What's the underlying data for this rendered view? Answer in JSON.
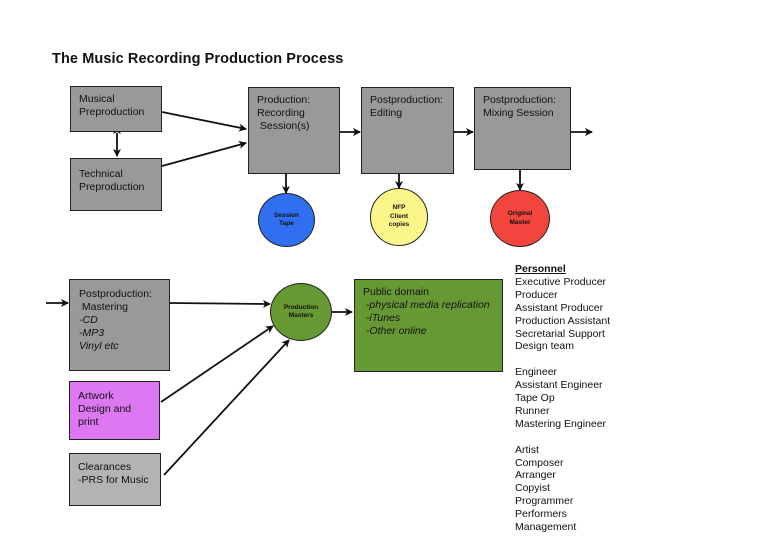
{
  "title": "The Music Recording Production Process",
  "colors": {
    "process_box": "#999999",
    "clearances_box": "#b3b3b3",
    "artwork_box": "#dd77f2",
    "public_domain_box": "#669933",
    "session_tape": "#2f6ff0",
    "nfp_client_copies": "#fbf68a",
    "original_master": "#f2453d",
    "production_masters": "#669933",
    "arrow": "#111111"
  },
  "boxes": {
    "musical_preproduction": {
      "lines": [
        "Musical",
        "Preproduction"
      ]
    },
    "technical_preproduction": {
      "lines": [
        "Technical",
        "Preproduction"
      ]
    },
    "recording": {
      "lines": [
        "Production:",
        "Recording",
        " Session(s)"
      ]
    },
    "editing": {
      "lines": [
        "Postproduction:",
        "Editing"
      ]
    },
    "mixing": {
      "lines": [
        "Postproduction:",
        "Mixing Session"
      ]
    },
    "mastering": {
      "lines": [
        "Postproduction:",
        " Mastering"
      ],
      "italic_lines": [
        "-CD",
        "-MP3",
        "Vinyl etc"
      ]
    },
    "artwork": {
      "lines": [
        "Artwork",
        "Design and",
        "print"
      ]
    },
    "clearances": {
      "lines": [
        "Clearances",
        "-PRS for Music"
      ]
    },
    "public_domain": {
      "lines": [
        "Public domain"
      ],
      "italic_lines": [
        " -physical media replication",
        " -iTunes",
        " -Other online"
      ]
    }
  },
  "circles": {
    "session_tape": {
      "lines": [
        "Session",
        "Tape"
      ]
    },
    "nfp_client_copies": {
      "lines": [
        "NFP",
        "Client",
        "copies"
      ]
    },
    "original_master": {
      "lines": [
        "Original",
        "Master"
      ]
    },
    "production_masters": {
      "lines": [
        "Production",
        "Masters"
      ]
    }
  },
  "personnel": {
    "heading": "Personnel",
    "groups": [
      [
        "Executive Producer",
        "Producer",
        "Assistant Producer",
        "Production Assistant",
        "Secretarial Support",
        "Design team"
      ],
      [
        "Engineer",
        "Assistant Engineer",
        "Tape Op",
        "Runner",
        "Mastering Engineer"
      ],
      [
        "Artist",
        "Composer",
        "Arranger",
        "Copyist",
        "Programmer",
        "Performers",
        "Management"
      ]
    ]
  }
}
